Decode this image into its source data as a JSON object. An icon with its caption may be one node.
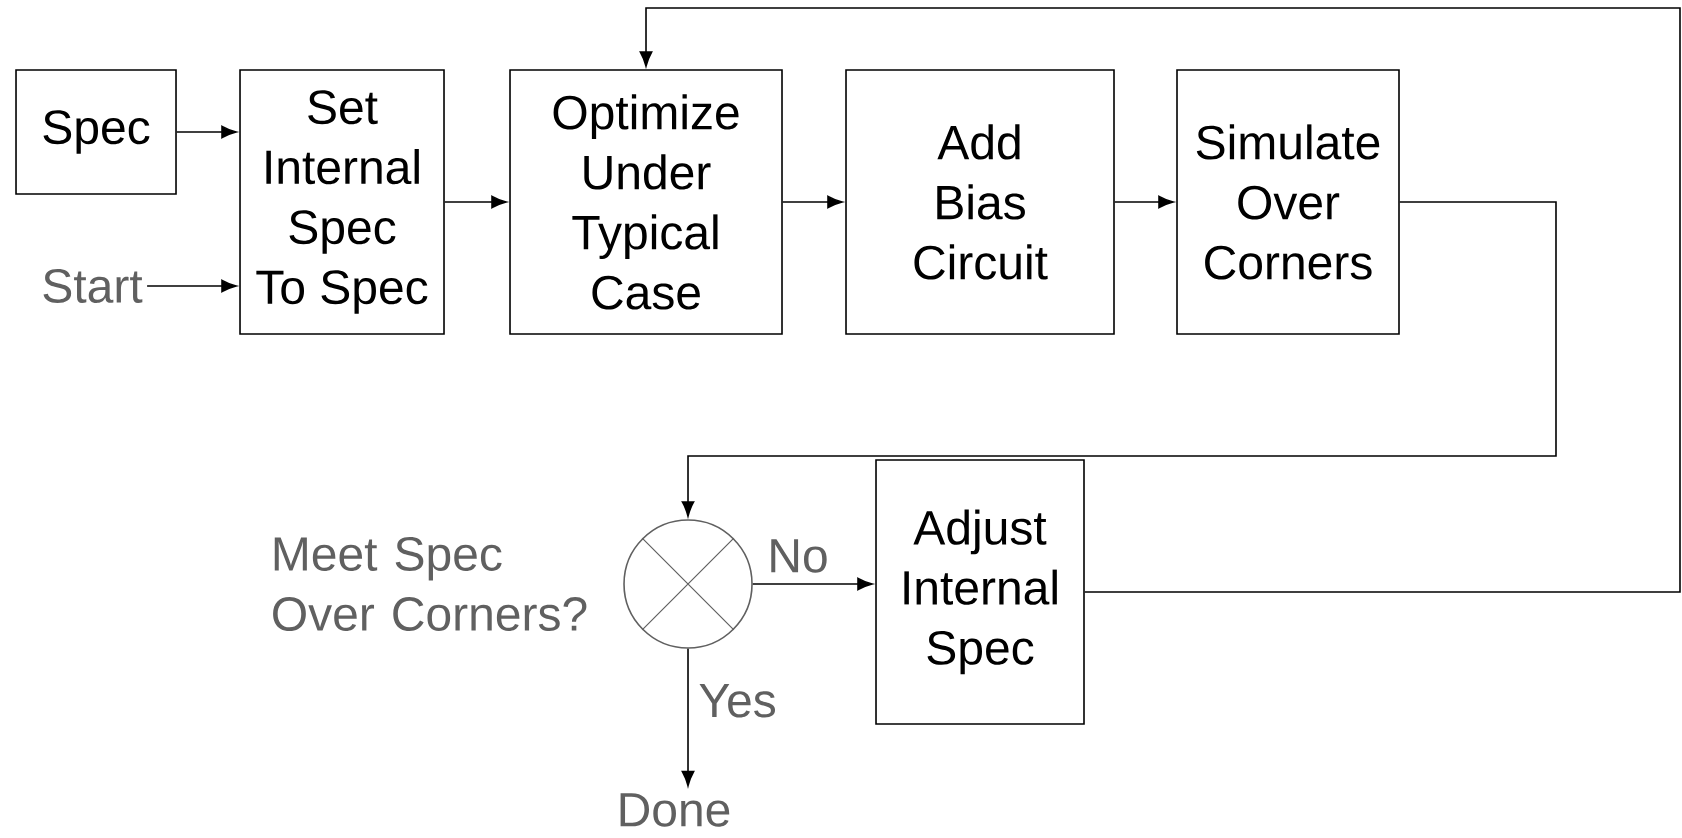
{
  "diagram": {
    "nodes": [
      {
        "text": [
          "Spec"
        ]
      },
      {
        "text": [
          "Set Internal Spec To Spec"
        ]
      },
      {
        "text": [
          "Optimize Under Typical Case"
        ]
      },
      {
        "text": [
          "Add Bias Circuit"
        ]
      },
      {
        "text": [
          "Simulate Over Corners"
        ]
      },
      {
        "text": [
          "Start"
        ]
      },
      {
        "text": [],
        "shape": "circle",
        "beside": [
          "Meet Spec Over Corners?"
        ]
      },
      {
        "text": [
          "Adjust Internal Spec"
        ]
      },
      {
        "text": [
          "Done"
        ]
      }
    ],
    "edges": [
      {
        "from": 0,
        "to": 1,
        "arrow": "to"
      },
      {
        "from": 5,
        "to": 1,
        "arrow": "to"
      },
      {
        "from": 1,
        "to": 2,
        "arrow": "to"
      },
      {
        "from": 2,
        "to": 3,
        "arrow": "to"
      },
      {
        "from": 3,
        "to": 4,
        "arrow": "to"
      },
      {
        "from": 4,
        "to": 6,
        "arrow": "to"
      },
      {
        "from": 6,
        "to": 7,
        "arrow": "to",
        "label": "No"
      },
      {
        "from": 6,
        "to": 8,
        "arrow": "to",
        "label": "Yes"
      },
      {
        "from": 7,
        "to": 2,
        "arrow": "to"
      }
    ]
  }
}
